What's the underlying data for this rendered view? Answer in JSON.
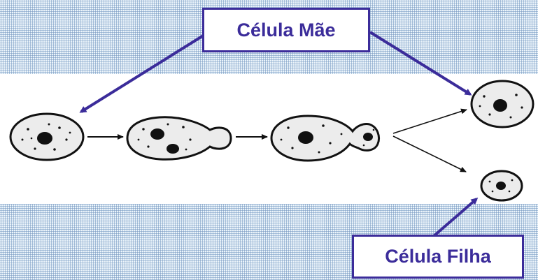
{
  "labels": {
    "mother": "Célula Mãe",
    "daughter": "Célula Filha"
  },
  "colors": {
    "annotation": "#3b2c9a",
    "panel": "#ffffff",
    "cell_fill": "#ececec",
    "ink": "#111111"
  },
  "stages": [
    "single-cell",
    "cell-with-bud",
    "cell-with-large-bud",
    "mother-cell-result",
    "daughter-cell-result"
  ]
}
